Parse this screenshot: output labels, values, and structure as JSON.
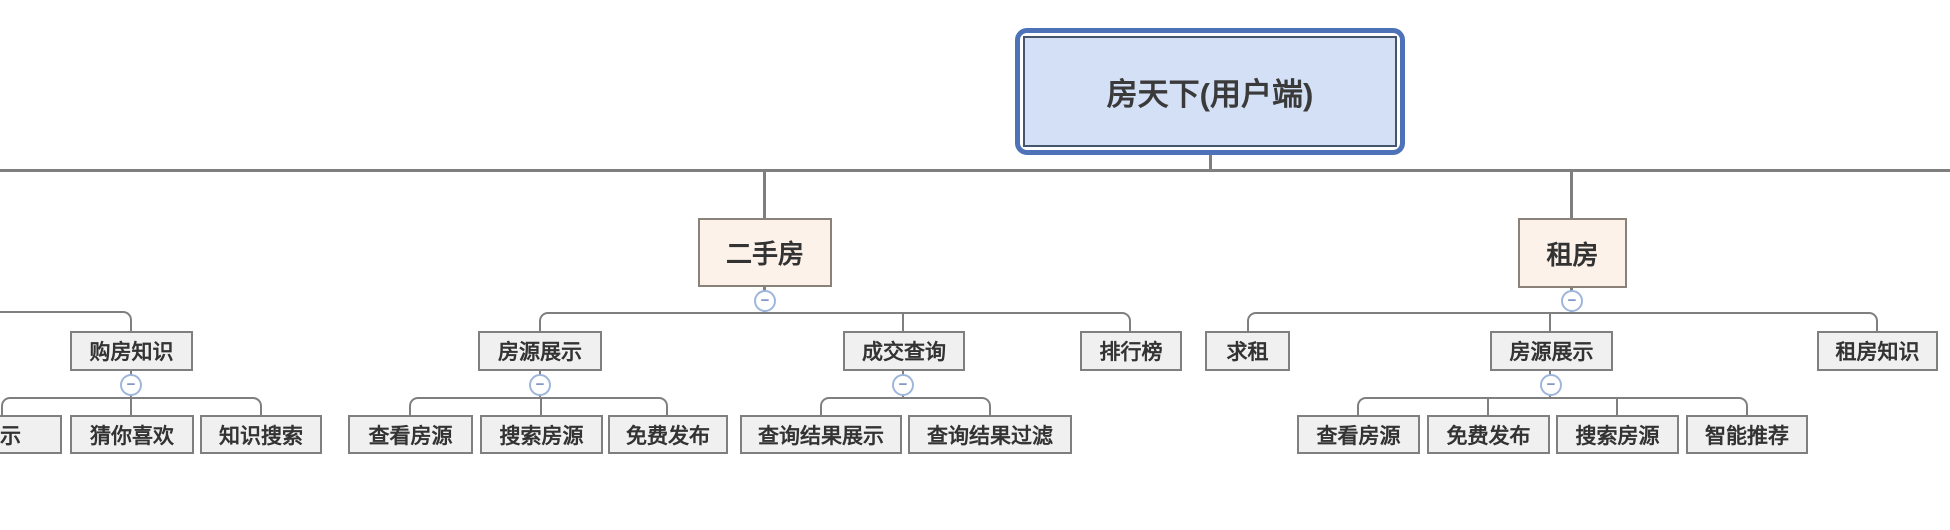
{
  "tree": {
    "label": "房天下(用户端)",
    "children": [
      {
        "label": "购房知识",
        "children": [
          {
            "label": "展示"
          },
          {
            "label": "猜你喜欢"
          },
          {
            "label": "知识搜索"
          }
        ]
      },
      {
        "label": "二手房",
        "children": [
          {
            "label": "房源展示",
            "children": [
              {
                "label": "查看房源"
              },
              {
                "label": "搜索房源"
              },
              {
                "label": "免费发布"
              }
            ]
          },
          {
            "label": "成交查询",
            "children": [
              {
                "label": "查询结果展示"
              },
              {
                "label": "查询结果过滤"
              }
            ]
          },
          {
            "label": "排行榜"
          }
        ]
      },
      {
        "label": "租房",
        "children": [
          {
            "label": "求租"
          },
          {
            "label": "房源展示",
            "children": [
              {
                "label": "查看房源"
              },
              {
                "label": "免费发布"
              },
              {
                "label": "搜索房源"
              },
              {
                "label": "智能推荐"
              }
            ]
          },
          {
            "label": "租房知识"
          }
        ]
      }
    ]
  },
  "icons": {
    "collapse_glyph": "−"
  },
  "colors": {
    "root_fill": "#d3e0f5",
    "root_border_outer": "#4e72b8",
    "root_border_inner": "#44546a",
    "branch_fill": "#fdf2ea",
    "branch_border": "#8a8178",
    "node_fill": "#f0f0f0",
    "node_border": "#7f7f7f",
    "connector": "#7f7f7f",
    "collapse_ring": "#9fb6dc",
    "collapse_glyph_color": "#7b93c4",
    "text": "#333333"
  }
}
